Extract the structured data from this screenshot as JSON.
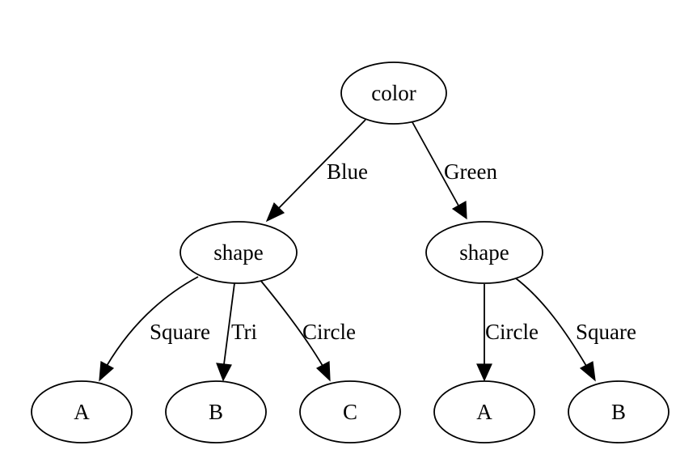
{
  "nodes": {
    "root": "color",
    "shape_blue": "shape",
    "shape_green": "shape",
    "leaf_blue_square": "A",
    "leaf_blue_tri": "B",
    "leaf_blue_circle": "C",
    "leaf_green_circle": "A",
    "leaf_green_square": "B"
  },
  "edges": {
    "blue": "Blue",
    "green": "Green",
    "blue_square": "Square",
    "blue_tri": "Tri",
    "blue_circle": "Circle",
    "green_circle": "Circle",
    "green_square": "Square"
  }
}
